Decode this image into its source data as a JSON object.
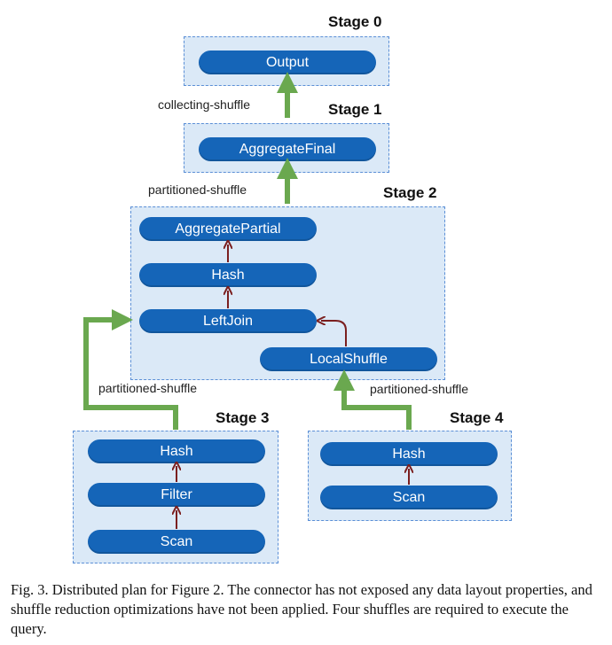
{
  "stages": [
    {
      "id": "stage0",
      "title": "Stage 0",
      "operators": [
        "Output"
      ]
    },
    {
      "id": "stage1",
      "title": "Stage 1",
      "operators": [
        "AggregateFinal"
      ]
    },
    {
      "id": "stage2",
      "title": "Stage 2",
      "operators": [
        "AggregatePartial",
        "Hash",
        "LeftJoin",
        "LocalShuffle"
      ]
    },
    {
      "id": "stage3",
      "title": "Stage 3",
      "operators": [
        "Hash",
        "Filter",
        "Scan"
      ]
    },
    {
      "id": "stage4",
      "title": "Stage 4",
      "operators": [
        "Hash",
        "Scan"
      ]
    }
  ],
  "edge_labels": {
    "s1_to_s0": "collecting-shuffle",
    "s2_to_s1": "partitioned-shuffle",
    "s3_to_s2": "partitioned-shuffle",
    "s4_to_s2": "partitioned-shuffle"
  },
  "colors": {
    "stage_fill": "#dbe9f7",
    "stage_border": "#5b8fd6",
    "operator": "#1565b8",
    "shuffle_arrow": "#6aa84f",
    "local_arrow": "#7b1f1f"
  },
  "caption": "Fig. 3.  Distributed plan for Figure 2. The connector has not exposed any data layout properties, and shuffle reduction optimizations have not been applied. Four shuffles are required to execute the query."
}
